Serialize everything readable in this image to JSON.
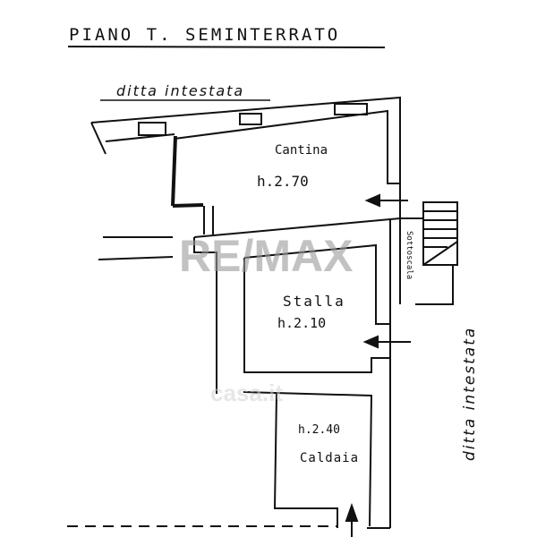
{
  "title": "PIANO T. SEMINTERRATO",
  "neighbor_top": "ditta intestata",
  "neighbor_right": "ditta intestata",
  "rooms": [
    {
      "name": "Cantina",
      "height": "h.2.70"
    },
    {
      "name": "Stalla",
      "height": "h.2.10"
    },
    {
      "name": "Caldaia",
      "height": "h.2.40"
    }
  ],
  "under_stairs": "Sottoscala",
  "watermarks": [
    "RE/MAX",
    "casa.it"
  ],
  "colors": {
    "ink": "#111111",
    "watermark": "#9a9a9a"
  }
}
